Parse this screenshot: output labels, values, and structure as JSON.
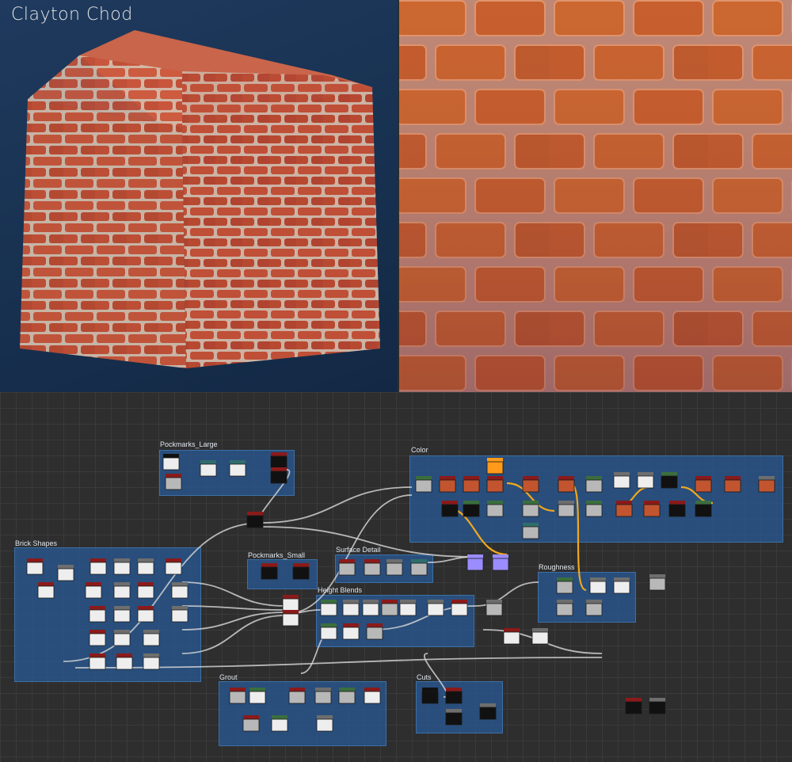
{
  "preview": {
    "author": "Clayton Chod"
  },
  "graph": {
    "frames": {
      "pockmarks_large": "Pockmarks_Large",
      "color": "Color",
      "brick_shapes": "Brick Shapes",
      "pockmarks_small": "Pockmarks_Small",
      "surface_detail": "Surface Detail",
      "height_blends": "Height Blends",
      "roughness": "Roughness",
      "grout": "Grout",
      "cuts": "Cuts"
    }
  },
  "colors": {
    "frame": "#285a96",
    "brick": "#c2552f",
    "wire": "#d9d9d9",
    "wire_highlight": "#f0a81e",
    "node_header_red": "#8b1a1a",
    "node_header_green": "#3b6e3e",
    "node_header_gray": "#6e6e6e",
    "node_header_teal": "#2f6d6d"
  }
}
